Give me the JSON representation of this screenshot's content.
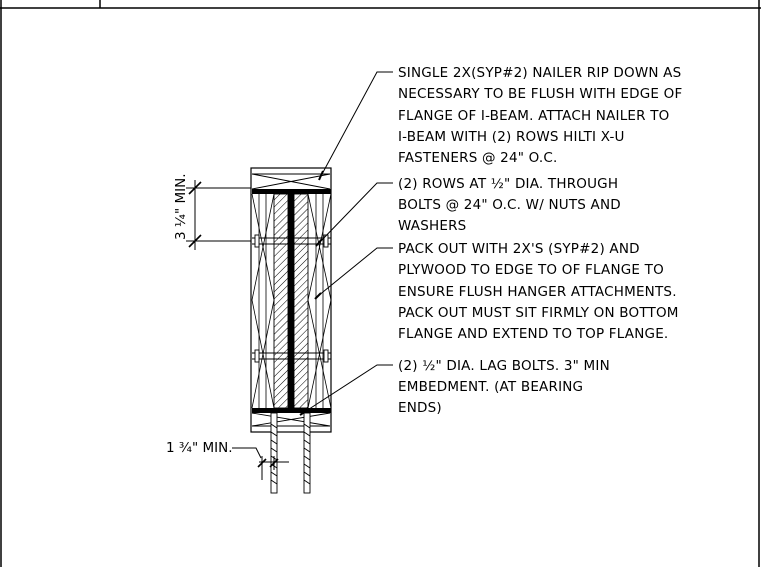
{
  "notes": [
    {
      "lines": [
        "SINGLE 2X(SYP#2) NAILER RIP DOWN AS",
        "NECESSARY TO BE FLUSH WITH EDGE OF",
        "FLANGE OF I-BEAM.  ATTACH NAILER TO",
        "I-BEAM WITH (2) ROWS HILTI X-U",
        "FASTENERS @ 24\" O.C."
      ]
    },
    {
      "lines": [
        "(2) ROWS AT ½\" DIA. THROUGH",
        "BOLTS @ 24\" O.C. W/ NUTS AND",
        "WASHERS"
      ]
    },
    {
      "lines": [
        "PACK OUT WITH 2X'S (SYP#2) AND",
        "PLYWOOD TO EDGE TO OF FLANGE TO",
        "ENSURE FLUSH HANGER ATTACHMENTS.",
        "PACK OUT MUST SIT FIRMLY ON BOTTOM",
        "FLANGE AND EXTEND TO TOP FLANGE."
      ]
    },
    {
      "lines": [
        "(2) ½\" DIA. LAG BOLTS. 3\" MIN",
        "EMBEDMENT. (AT BEARING",
        "ENDS)"
      ]
    }
  ],
  "dimensions": {
    "vertical": "3 ¼\" MIN.",
    "edge": "1 ¾\" MIN."
  }
}
